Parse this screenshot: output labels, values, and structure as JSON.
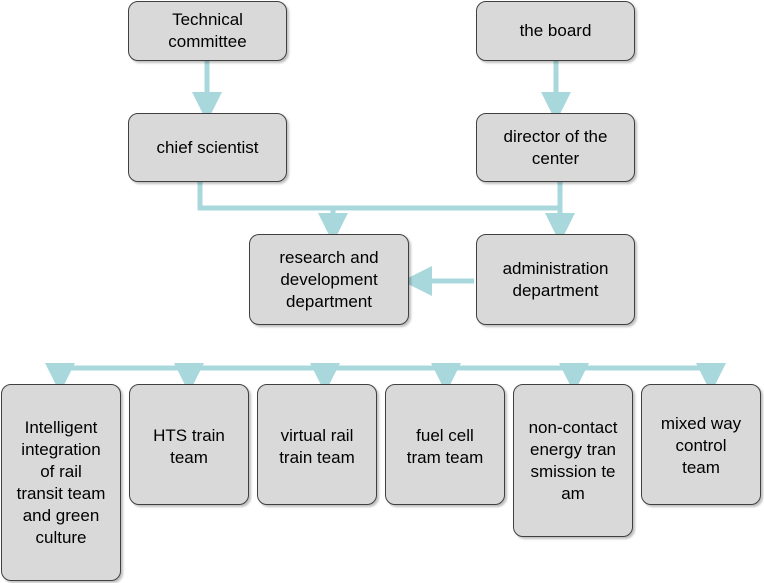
{
  "colors": {
    "box_fill": "#d9d9d9",
    "box_border": "#404040",
    "connector": "#a9d8dc"
  },
  "nodes": {
    "technical_committee": "Technical committee",
    "the_board": "the board",
    "chief_scientist": "chief scientist",
    "director": "director of the center",
    "rd_department": "research and development department",
    "admin_department": "administration department",
    "teams": [
      "Intelligent integration of rail transit team and green culture",
      "HTS train team",
      "virtual rail train team",
      "fuel cell tram team",
      "non-contact energy transmission team",
      "mixed way control team"
    ]
  }
}
